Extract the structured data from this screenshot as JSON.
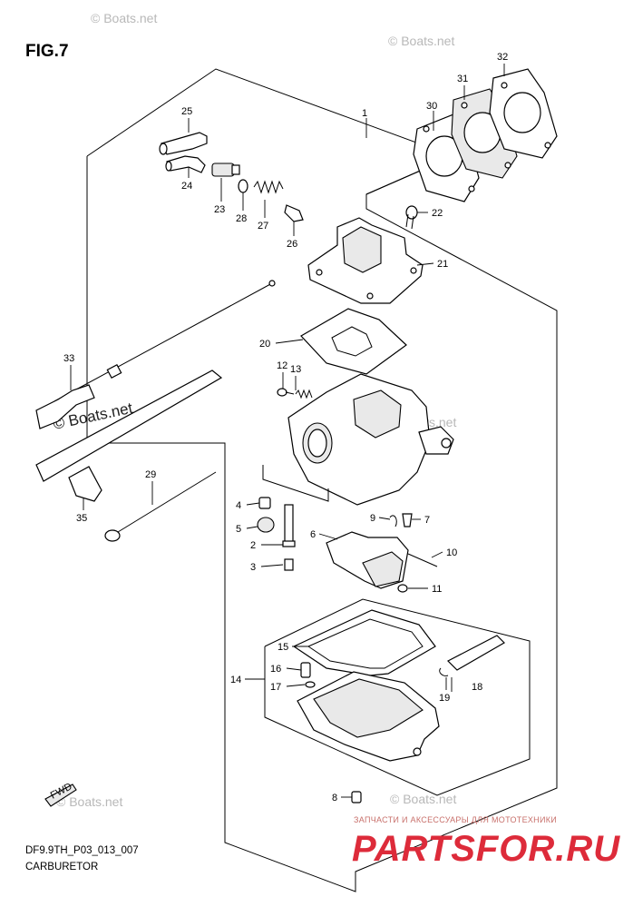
{
  "figure": {
    "title": "FIG.7",
    "code": "DF9.9TH_P03_013_007",
    "name": "CARBURETOR"
  },
  "watermarks": {
    "small": "© Boats.net",
    "large": "© Boats.net"
  },
  "branding": {
    "tagline": "ЗАПЧАСТИ И АКСЕССУАРЫ ДЛЯ МОТОТЕХНИКИ",
    "site": "PARTSFOR.RU",
    "site_color": "#dd2b3a"
  },
  "fwd_marker": "FWD",
  "callouts": {
    "c1": "1",
    "c2": "2",
    "c3": "3",
    "c4": "4",
    "c5": "5",
    "c6": "6",
    "c7": "7",
    "c8": "8",
    "c9": "9",
    "c10": "10",
    "c11": "11",
    "c12": "12",
    "c13": "13",
    "c14": "14",
    "c15": "15",
    "c16": "16",
    "c17": "17",
    "c18": "18",
    "c19": "19",
    "c20": "20",
    "c21": "21",
    "c22": "22",
    "c23": "23",
    "c24": "24",
    "c25": "25",
    "c26": "26",
    "c27": "27",
    "c28": "28",
    "c29": "29",
    "c30": "30",
    "c31": "31",
    "c32": "32",
    "c33": "33",
    "c35": "35"
  }
}
